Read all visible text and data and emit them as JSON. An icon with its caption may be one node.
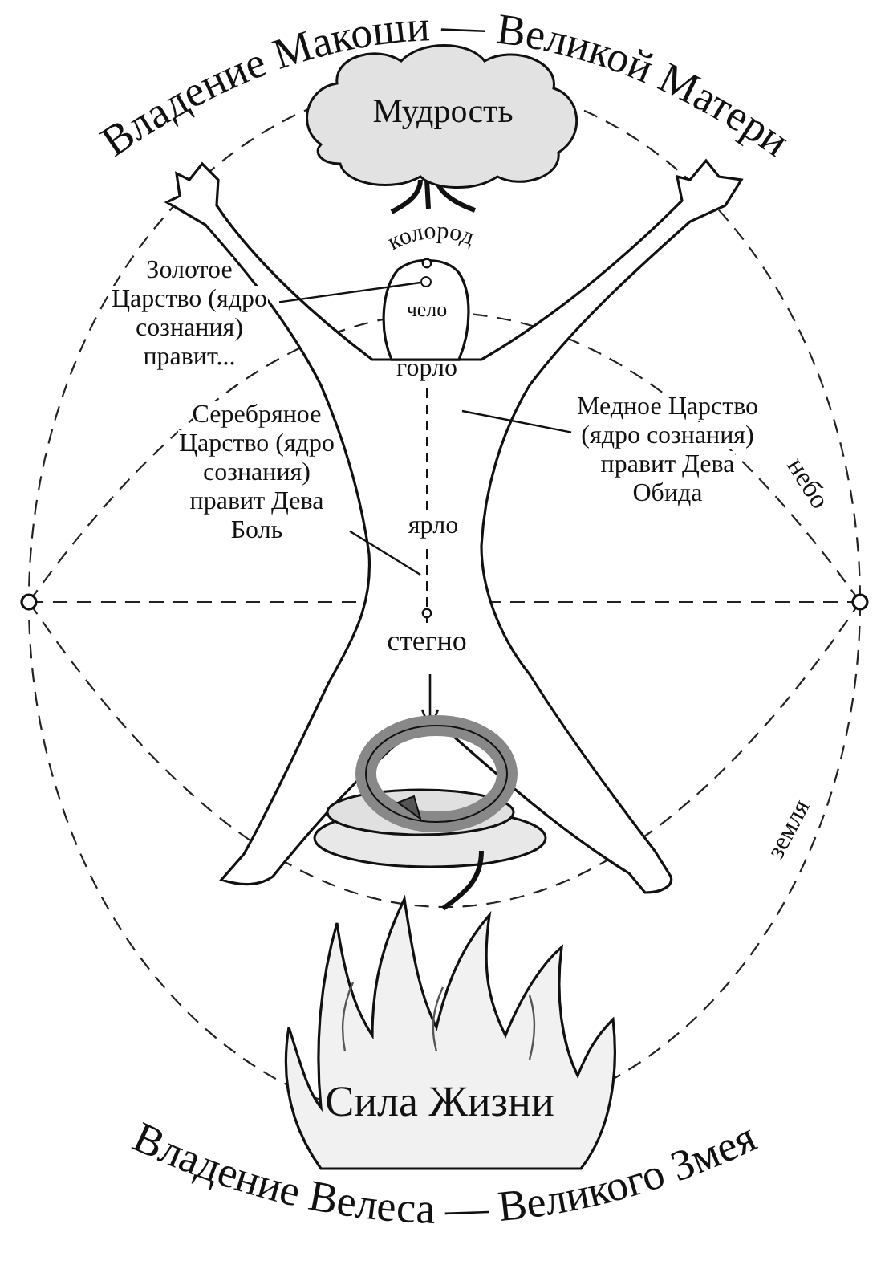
{
  "diagram": {
    "nodes": [
      {
        "text": [
          "Золотое Царство (ядро сознания) правит..."
        ]
      },
      {
        "text": [
          "Серебряное Царство (ядро сознания) правит Дева Боль"
        ]
      },
      {
        "text": [
          "Медное Царство (ядро сознания) правит Дева Обида"
        ]
      },
      {
        "text": [],
        "shape": "circle"
      }
    ],
    "edges": [
      {
        "from": 0,
        "to": 3,
        "arrow": "none"
      },
      {
        "from": 1,
        "to": null,
        "arrow": "none"
      },
      {
        "from": 2,
        "to": null,
        "arrow": "none"
      }
    ],
    "labels": [
      "Владение Макоши — Великой Матери",
      "Мудрость",
      "колород",
      "чело",
      "горло",
      "ярло",
      "небо",
      "стегно",
      "земля",
      "Сила Жизни",
      "Владение Велеса — Великого Змея"
    ]
  }
}
